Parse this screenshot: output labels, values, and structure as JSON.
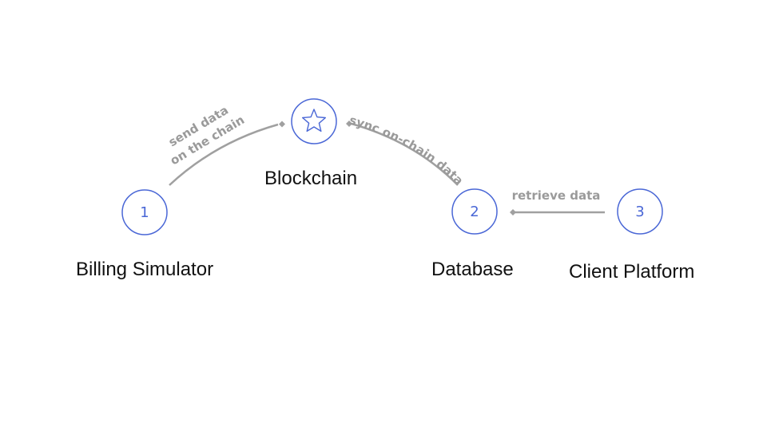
{
  "colors": {
    "node_stroke": "#4a67d6",
    "edge": "#a0a0a0",
    "edge_text": "#9a9a9a",
    "label_text": "#111111",
    "background": "#ffffff"
  },
  "nodes": {
    "billing": {
      "number": "1",
      "label": "Billing Simulator"
    },
    "blockchain": {
      "icon": "star-icon",
      "label": "Blockchain"
    },
    "database": {
      "number": "2",
      "label": "Database"
    },
    "client": {
      "number": "3",
      "label": "Client Platform"
    }
  },
  "edges": {
    "send": {
      "line1": "send data",
      "line2": "on the chain"
    },
    "sync": {
      "text": "sync on-chain data"
    },
    "retrieve": {
      "text": "retrieve data"
    }
  }
}
